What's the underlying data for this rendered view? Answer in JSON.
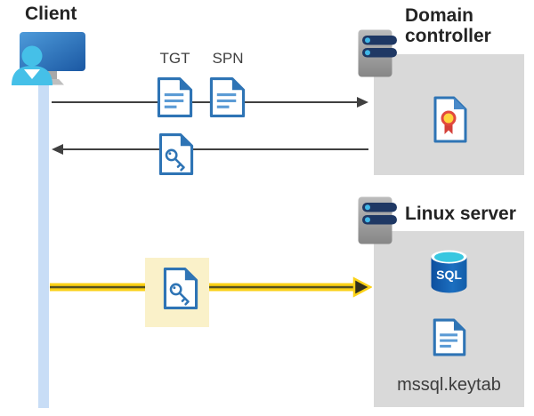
{
  "diagram": {
    "client": {
      "label": "Client"
    },
    "tickets": {
      "tgt": "TGT",
      "spn": "SPN"
    },
    "domain_controller": {
      "label": "Domain controller"
    },
    "linux_server": {
      "label": "Linux server",
      "sql_badge": "SQL",
      "keytab_file": "mssql.keytab"
    },
    "arrows": [
      {
        "name": "ticket-request-arrow",
        "direction": "right",
        "style": "thin-gray"
      },
      {
        "name": "ticket-response-arrow",
        "direction": "left",
        "style": "thin-gray"
      },
      {
        "name": "kerberos-auth-arrow",
        "direction": "right",
        "style": "thick-yellow"
      }
    ],
    "colors": {
      "doc_border_blue": "#2e74b5",
      "doc_line_blue": "#5b9bd5",
      "panel_gray": "#d9d9d9",
      "arrow_gray": "#404040",
      "highlight_yellow": "#fbd116",
      "highlight_box_yellow": "#faf1c9",
      "client_bar_blue": "#c8ddf6",
      "server_pill_navy": "#1f3864",
      "server_dot_cyan": "#41b8e8",
      "sql_body_blue": "#1263ac",
      "sql_top_cyan": "#38c7e0",
      "cert_ring_red": "#e2493d",
      "cert_seal_yellow": "#ffd43c",
      "person_cyan": "#45c0e8"
    }
  }
}
